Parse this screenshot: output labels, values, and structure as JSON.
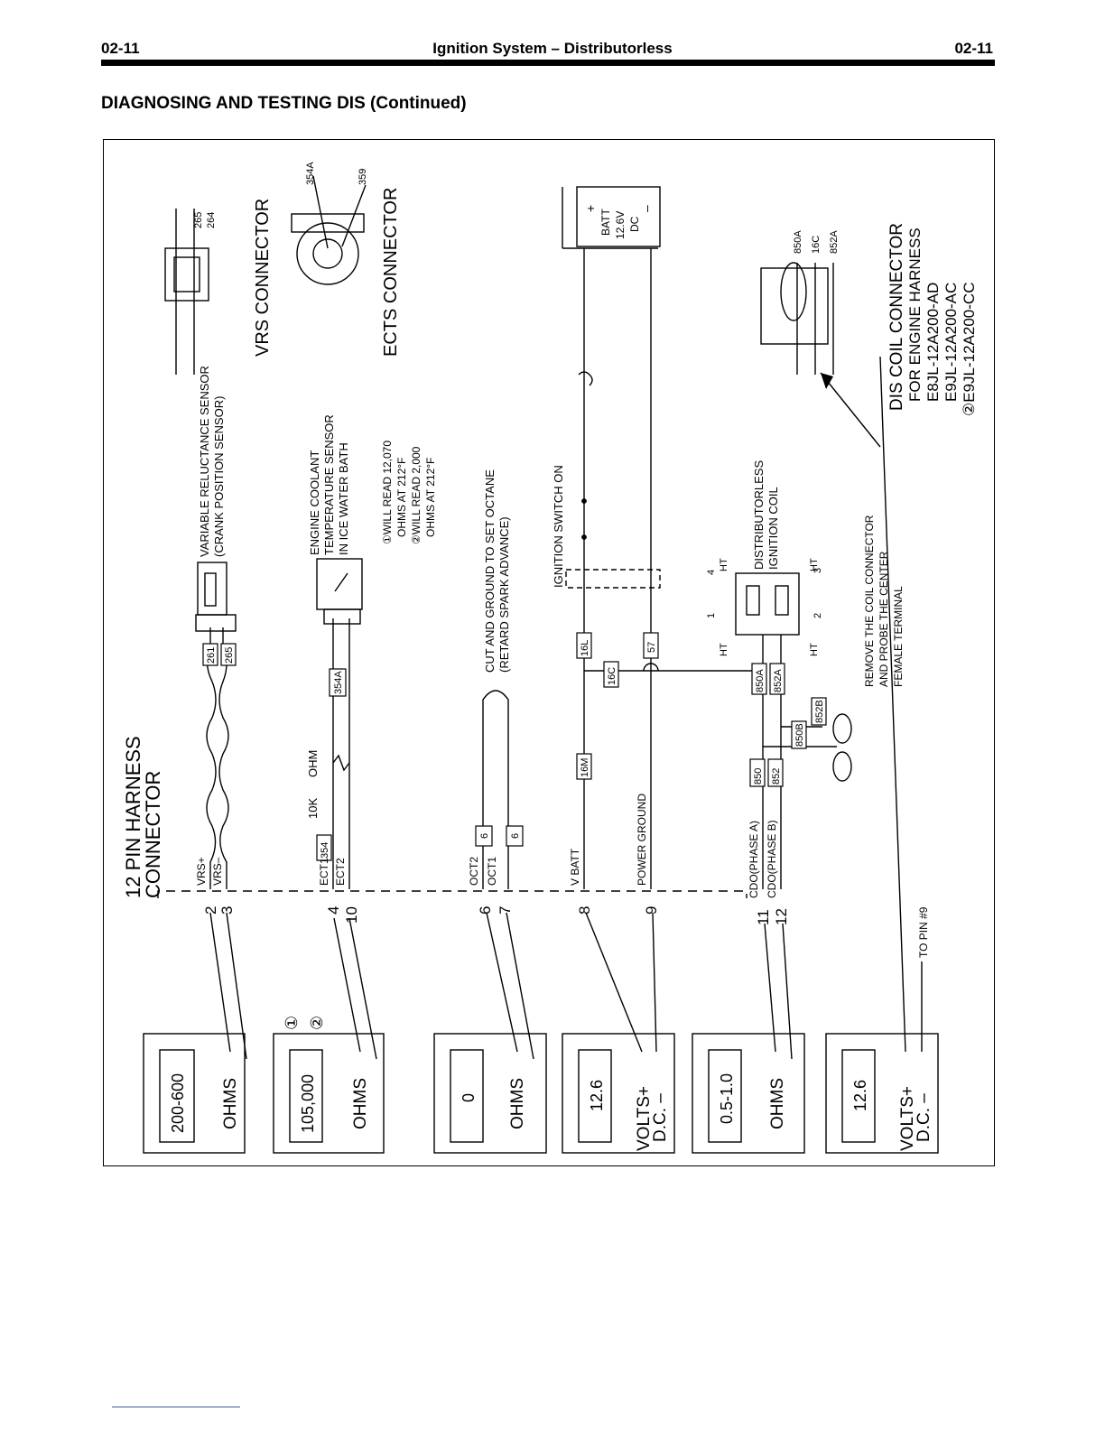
{
  "header": {
    "left": "02-11",
    "center": "Ignition System – Distributorless",
    "right": "02-11"
  },
  "section_title": "DIAGNOSING AND TESTING DIS (Continued)",
  "diagram": {
    "harness": {
      "title_1": "12 PIN HARNESS",
      "title_2": "CONNECTOR"
    },
    "pins": [
      "2",
      "3",
      "4",
      "10",
      "6",
      "7",
      "8",
      "9",
      "11",
      "12"
    ],
    "wires": {
      "vrs_plus": "VRS+",
      "vrs_minus": "VRS–",
      "ect1": "ECT1",
      "ect2": "ECT2",
      "oct2": "OCT2",
      "oct1": "OCT1",
      "vbatt": "V BATT",
      "power_ground": "POWER GROUND",
      "cdo_a": "CDO(PHASE A)",
      "cdo_b": "CDO(PHASE B)"
    },
    "tags": {
      "t261": "261",
      "t265": "265",
      "t354": "354",
      "t354a": "354A",
      "t6a": "6",
      "t6b": "6",
      "t16m": "16M",
      "t16l": "16L",
      "t16c": "16C",
      "t57": "57",
      "t850": "850",
      "t852": "852",
      "t850a": "850A",
      "t852a": "852A",
      "t850b": "850B",
      "t852b": "852B"
    },
    "resistor": {
      "label_1": "10K",
      "label_2": "OHM"
    },
    "vrs_sensor": {
      "line_1": "VARIABLE RELUCTANCE SENSOR",
      "line_2": "(CRANK POSITION SENSOR)"
    },
    "vrs_pins": {
      "a": "265",
      "b": "264"
    },
    "vrs_connector": "VRS CONNECTOR",
    "ects_pins": {
      "a": "354A",
      "b": "359"
    },
    "ects_connector": "ECTS CONNECTOR",
    "coolant": {
      "line_1": "ENGINE COOLANT",
      "line_2": "TEMPERATURE SENSOR",
      "line_3": "IN ICE WATER BATH"
    },
    "notes": {
      "n1a": "①WILL READ 12,070",
      "n1b": "OHMS AT 212°F",
      "n2a": "②WILL READ 2,000",
      "n2b": "OHMS AT 212°F"
    },
    "octane": {
      "line_1": "CUT AND GROUND TO SET OCTANE",
      "line_2": "(RETARD SPARK ADVANCE)"
    },
    "ignition_switch": "IGNITION SWITCH ON",
    "battery": {
      "plus": "+",
      "label": "BATT",
      "volts": "12.6V",
      "dc": "DC",
      "minus": "–"
    },
    "coil": {
      "line_1": "DISTRIBUTORLESS",
      "line_2": "IGNITION COIL",
      "ht": "HT",
      "p1": "1",
      "p2": "2",
      "p3": "3",
      "p4": "4"
    },
    "dis_pins": {
      "a": "850A",
      "b": "16C",
      "c": "852A"
    },
    "dis_title": {
      "line_1": "DIS COIL CONNECTOR",
      "line_2": "FOR ENGINE HARNESS",
      "line_3": "E8JL-12A200-AD",
      "line_4": "E9JL-12A200-AC",
      "line_5": "②E9JL-12A200-CC"
    },
    "remove": {
      "line_1": "REMOVE THE COIL CONNECTOR",
      "line_2": "AND PROBE THE CENTER",
      "line_3": "FEMALE TERMINAL"
    },
    "to_pin": "TO PIN #9",
    "circle_1": "①",
    "circle_2": "②",
    "meters": [
      {
        "reading": "200-600",
        "unit_1": "OHMS",
        "unit_2": ""
      },
      {
        "reading": "105,000",
        "unit_1": "OHMS",
        "unit_2": ""
      },
      {
        "reading": "0",
        "unit_1": "OHMS",
        "unit_2": ""
      },
      {
        "reading": "12.6",
        "unit_1": "VOLTS+",
        "unit_2": "D.C. –"
      },
      {
        "reading": "0.5-1.0",
        "unit_1": "OHMS",
        "unit_2": ""
      },
      {
        "reading": "12.6",
        "unit_1": "VOLTS+",
        "unit_2": "D.C. –"
      }
    ]
  }
}
